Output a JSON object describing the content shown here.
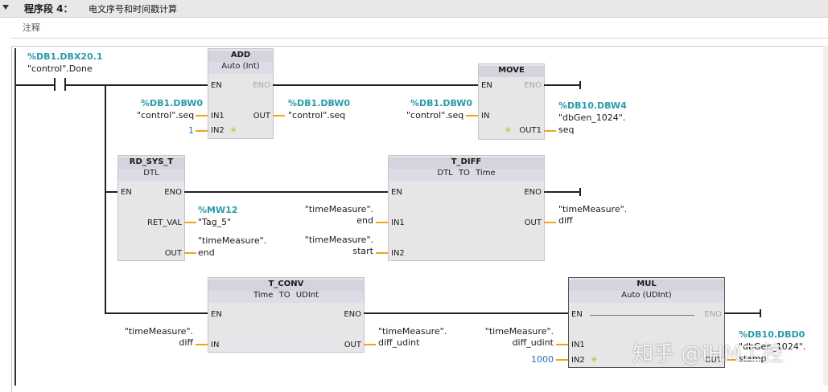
{
  "header": {
    "title": "程序段 4：",
    "subtitle": "电文序号和时间戳计算"
  },
  "comment": "注释",
  "contact": {
    "address": "%DB1.DBX20.1",
    "operand": "\"control\".Done"
  },
  "add": {
    "name": "ADD",
    "type": "Auto (Int)",
    "en": "EN",
    "eno": "ENO",
    "in1": "IN1",
    "in2": "IN2",
    "out": "OUT",
    "in1_addr": "%DB1.DBW0",
    "in1_op": "\"control\".seq",
    "in2_val": "1",
    "out_addr": "%DB1.DBW0",
    "out_op": "\"control\".seq"
  },
  "move": {
    "name": "MOVE",
    "en": "EN",
    "eno": "ENO",
    "in": "IN",
    "out1": "OUT1",
    "in_addr": "%DB1.DBW0",
    "in_op": "\"control\".seq",
    "out_addr": "%DB10.DBW4",
    "out_op1": "\"dbGen_1024\".",
    "out_op2": "seq"
  },
  "rdsys": {
    "name": "RD_SYS_T",
    "type": "DTL",
    "en": "EN",
    "eno": "ENO",
    "ret_val": "RET_VAL",
    "out": "OUT",
    "ret_addr": "%MW12",
    "ret_op": "\"Tag_5\"",
    "out_op1": "\"timeMeasure\".",
    "out_op2": "end"
  },
  "tdiff": {
    "name": "T_DIFF",
    "t1": "DTL",
    "to": "TO",
    "t2": "Time",
    "en": "EN",
    "eno": "ENO",
    "in1": "IN1",
    "in2": "IN2",
    "out": "OUT",
    "in1_op1": "\"timeMeasure\".",
    "in1_op2": "end",
    "in2_op1": "\"timeMeasure\".",
    "in2_op2": "start",
    "out_op1": "\"timeMeasure\".",
    "out_op2": "diff"
  },
  "tconv": {
    "name": "T_CONV",
    "t1": "Time",
    "to": "TO",
    "t2": "UDInt",
    "en": "EN",
    "eno": "ENO",
    "in": "IN",
    "out": "OUT",
    "in_op1": "\"timeMeasure\".",
    "in_op2": "diff",
    "out_op1": "\"timeMeasure\".",
    "out_op2": "diff_udint"
  },
  "mul": {
    "name": "MUL",
    "type": "Auto (UDInt)",
    "en": "EN",
    "eno": "ENO",
    "in1": "IN1",
    "in2": "IN2",
    "out": "OUT",
    "in1_op1": "\"timeMeasure\".",
    "in1_op2": "diff_udint",
    "in2_val": "1000",
    "out_addr": "%DB10.DBD0",
    "out_op1": "\"dbGen_1024\".",
    "out_op2": "stamp"
  },
  "watermark": "知乎 @iHM工控",
  "colors": {
    "address": "#2a9aa8",
    "pin_line": "#f0a31a",
    "block_bg": "#e6e6e9",
    "block_header": "#d3d4de",
    "constant": "#2a6fb8"
  }
}
